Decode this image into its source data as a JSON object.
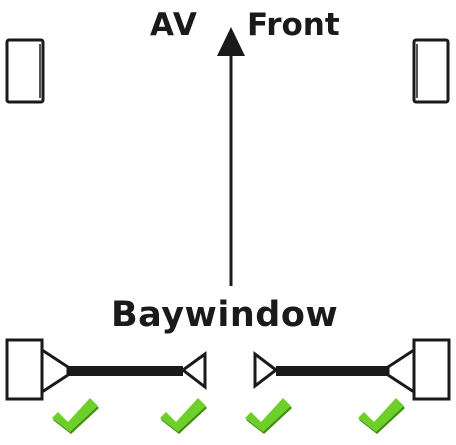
{
  "labels": {
    "top_left": "AV",
    "top_right": "Front",
    "bottom": "Baywindow"
  },
  "icons": {
    "speakers": [
      "front-left-speaker-icon",
      "front-right-speaker-icon"
    ],
    "arrow": "direction-arrow-icon",
    "rigs": [
      "left-speaker-mount-icon",
      "right-speaker-mount-icon"
    ],
    "checks": [
      "checkmark-icon",
      "checkmark-icon",
      "checkmark-icon",
      "checkmark-icon"
    ]
  },
  "colors": {
    "ink": "#1a1a1a",
    "check_green": "#6fcf2a",
    "check_shadow": "#3f8f12"
  }
}
